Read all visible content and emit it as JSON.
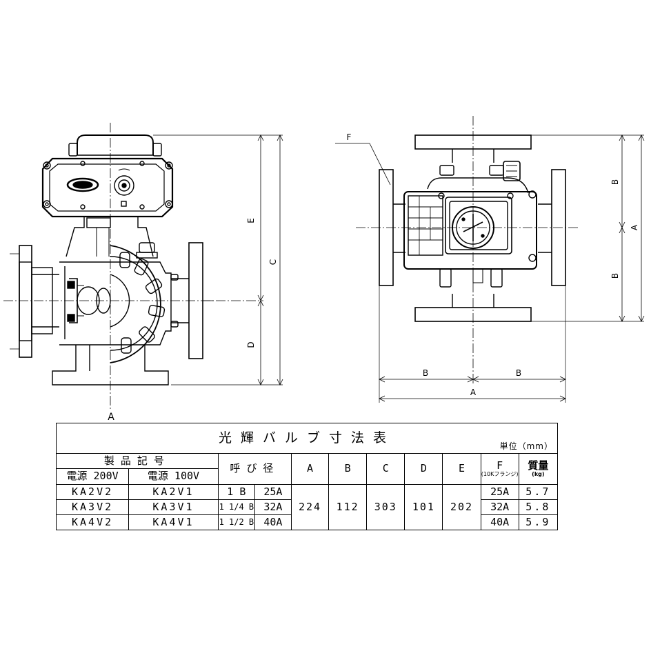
{
  "dimension_labels": {
    "a": "A",
    "b": "B",
    "c": "C",
    "d": "D",
    "e": "E",
    "f": "F",
    "view_marker": "A"
  },
  "table": {
    "title": "光輝バルブ寸法表",
    "unit": "単位（mm）",
    "header": {
      "product_code": "製品記号",
      "power_200": "電源 200V",
      "power_100": "電源 100V",
      "nominal": "呼び径",
      "col_a": "A",
      "col_b": "B",
      "col_c": "C",
      "col_d": "D",
      "col_e": "E",
      "col_f": "F",
      "col_f_sub": "(10Kフランジ)",
      "mass": "質量",
      "mass_sub": "(kg)"
    },
    "rows": [
      {
        "code_200": "KA2V2",
        "code_100": "KA2V1",
        "size_b": "1 B",
        "size_a": "25A",
        "f": "25A",
        "mass": "5.7"
      },
      {
        "code_200": "KA3V2",
        "code_100": "KA3V1",
        "size_b": "1 1/4 B",
        "size_a": "32A",
        "f": "32A",
        "mass": "5.8"
      },
      {
        "code_200": "KA4V2",
        "code_100": "KA4V1",
        "size_b": "1 1/2 B",
        "size_a": "40A",
        "f": "40A",
        "mass": "5.9"
      }
    ],
    "shared": {
      "a": "224",
      "b": "112",
      "c": "303",
      "d": "101",
      "e": "202"
    }
  }
}
